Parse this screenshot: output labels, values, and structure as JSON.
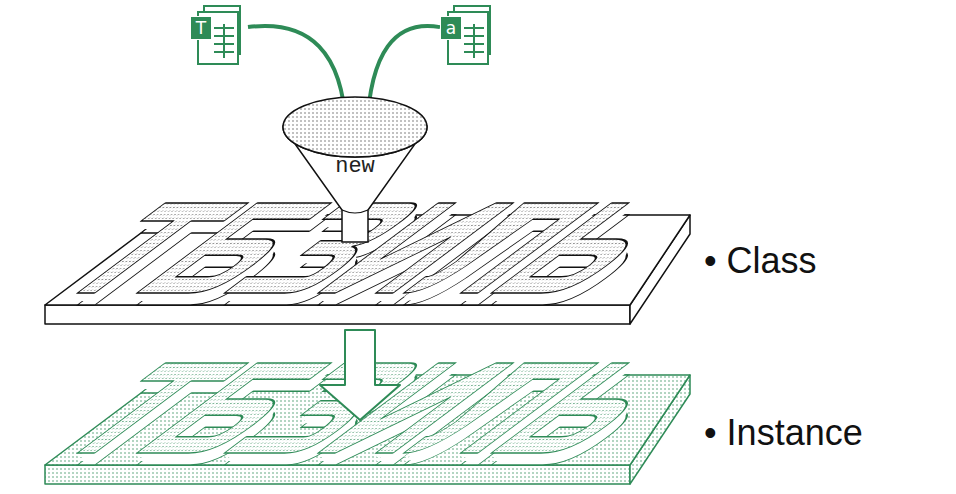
{
  "diagram": {
    "nodes": [
      {
        "text": [
          "T"
        ]
      },
      {
        "text": [
          "a"
        ]
      },
      {
        "text": [
          "new"
        ]
      }
    ],
    "edges": [
      {
        "from": 0,
        "to": 2,
        "arrow": "to"
      },
      {
        "from": 1,
        "to": 2,
        "arrow": "to"
      }
    ],
    "labels": [
      "• Class",
      "• Instance"
    ]
  }
}
